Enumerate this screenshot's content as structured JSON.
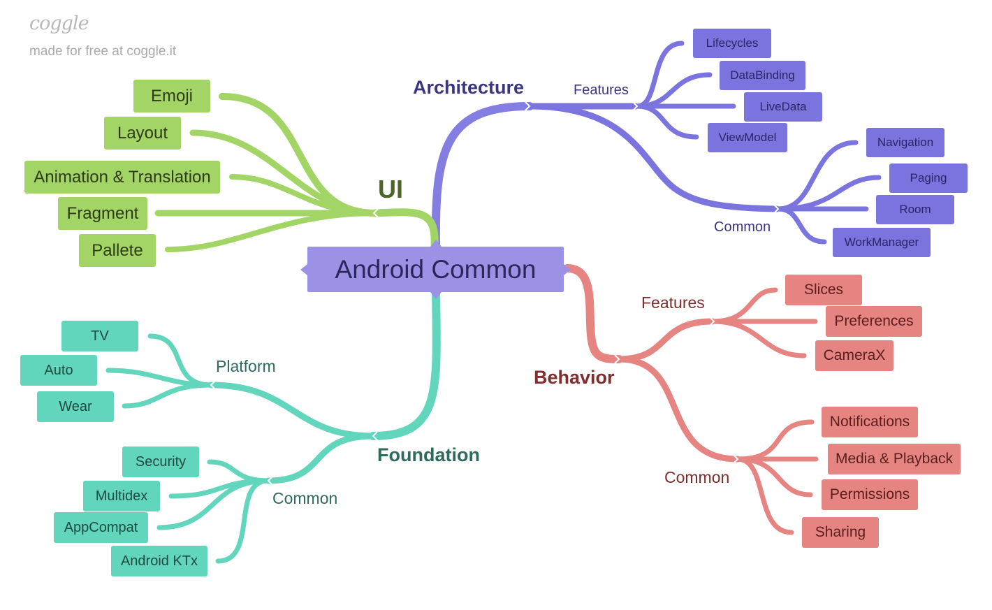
{
  "watermark": {
    "logo": "coggle",
    "credit": "made for free at coggle.it"
  },
  "colors": {
    "ui": "#a2d565",
    "architecture": "#7b74de",
    "behavior": "#e68482",
    "foundation": "#61d6bc",
    "root": "#9b92e5"
  },
  "root": {
    "label": "Android Common"
  },
  "ui": {
    "label": "UI",
    "items": [
      "Emoji",
      "Layout",
      "Animation & Translation",
      "Fragment",
      "Pallete"
    ]
  },
  "architecture": {
    "label": "Architecture",
    "features": {
      "label": "Features",
      "items": [
        "Lifecycles",
        "DataBinding",
        "LiveData",
        "ViewModel"
      ]
    },
    "common": {
      "label": "Common",
      "items": [
        "Navigation",
        "Paging",
        "Room",
        "WorkManager"
      ]
    }
  },
  "behavior": {
    "label": "Behavior",
    "features": {
      "label": "Features",
      "items": [
        "Slices",
        "Preferences",
        "CameraX"
      ]
    },
    "common": {
      "label": "Common",
      "items": [
        "Notifications",
        "Media & Playback",
        "Permissions",
        "Sharing"
      ]
    }
  },
  "foundation": {
    "label": "Foundation",
    "platform": {
      "label": "Platform",
      "items": [
        "TV",
        "Auto",
        "Wear"
      ]
    },
    "common": {
      "label": "Common",
      "items": [
        "Security",
        "Multidex",
        "AppCompat",
        "Android KTx"
      ]
    }
  }
}
